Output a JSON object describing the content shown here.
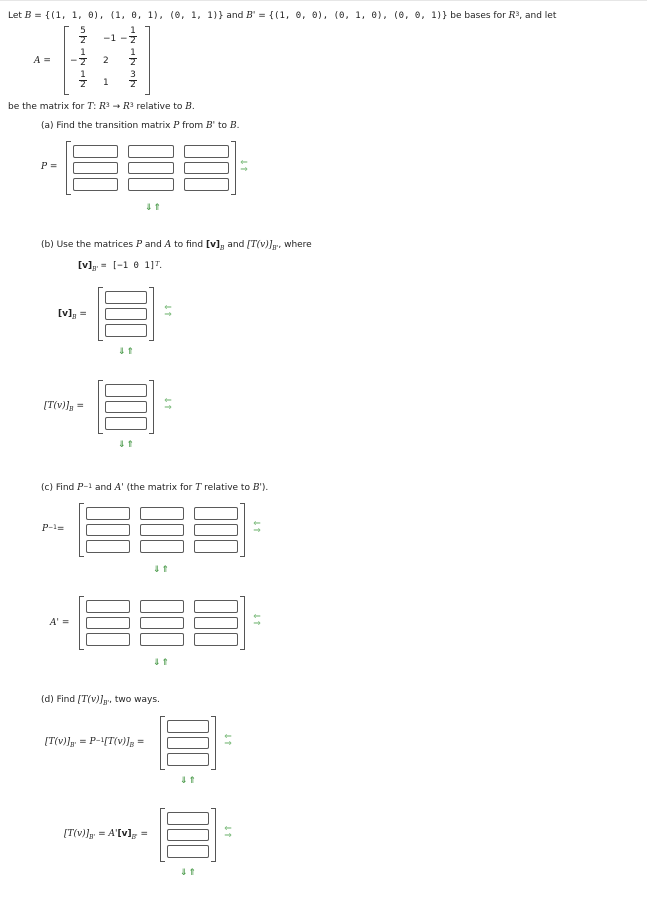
{
  "intro": {
    "let": "Let",
    "B_sym": "B",
    "eq": "=",
    "B_set": "{(1, 1, 0), (1, 0, 1), (0, 1, 1)}",
    "and": "and",
    "Bp_sym": "B'",
    "Bp_set": "{(1, 0, 0), (0, 1, 0), (0, 0, 1)}",
    "be_bases": "be bases for",
    "R": "R",
    "three": "3",
    "and_let": ", and let"
  },
  "matrix_A": {
    "label": "A =",
    "rows": [
      [
        {
          "sign": "",
          "num": "5",
          "den": "2"
        },
        {
          "text": "−1"
        },
        {
          "sign": "−",
          "num": "1",
          "den": "2"
        }
      ],
      [
        {
          "sign": "−",
          "num": "1",
          "den": "2"
        },
        {
          "text": "2"
        },
        {
          "sign": "",
          "num": "1",
          "den": "2"
        }
      ],
      [
        {
          "sign": "",
          "num": "1",
          "den": "2"
        },
        {
          "text": "1"
        },
        {
          "sign": "",
          "num": "3",
          "den": "2"
        }
      ]
    ]
  },
  "be_the_matrix": {
    "pre": "be the matrix for",
    "T": "T",
    "colon": ":",
    "R": "R",
    "three": "3",
    "arrow": "→",
    "post": "relative to",
    "B": "B",
    "dot": "."
  },
  "part_a": {
    "pre": "(a) Find the transition matrix",
    "P": "P",
    "mid": "from",
    "Bp": "B'",
    "to": "to",
    "B": "B",
    "dot": ".",
    "label": "P =",
    "rows": 3,
    "cols": 3
  },
  "part_b": {
    "pre": "(b) Use the matrices",
    "P": "P",
    "and": "and",
    "A": "A",
    "mid": "to find",
    "v_bracket": "[v]",
    "sub_B": "B",
    "and2": "and",
    "Tv_bracket": "[T(v)]",
    "sub_Bp": "B'",
    "where": ", where",
    "given_lhs": "[v]",
    "given_sub": "B'",
    "given_eq": "= [−1  0  1]",
    "given_sup": "T",
    "given_dot": ".",
    "v_label": "[v]",
    "v_label_sub": "B",
    "eq": "=",
    "Tv_label": "[T(v)]",
    "Tv_label_sub": "B",
    "rows": 3,
    "cols": 1
  },
  "part_c": {
    "pre": "(c) Find",
    "P": "P",
    "inv": "−1",
    "and": "and",
    "Ap": "A'",
    "post": "(the matrix for",
    "T": "T",
    "relative": "relative to",
    "Bp": "B'",
    "close": ").",
    "Pinv_label": "P",
    "Pinv_sup": "−1",
    "eq": "=",
    "Ap_label": "A' =",
    "rows": 3,
    "cols": 3
  },
  "part_d": {
    "pre": "(d) Find",
    "Tv": "[T(v)]",
    "sub": "B'",
    "post": "two ways.",
    "eq1_lhs": "[T(v)]",
    "eq1_lhs_sub": "B'",
    "eq1_mid": "=",
    "eq1_P": "P",
    "eq1_sup": "−1",
    "eq1_rhs": "[T(v)]",
    "eq1_rhs_sub": "B",
    "eq1_end": "=",
    "eq2_lhs": "[T(v)]",
    "eq2_lhs_sub": "B'",
    "eq2_mid": "=",
    "eq2_A": "A'",
    "eq2_rhs": "[v]",
    "eq2_rhs_sub": "B'",
    "eq2_end": "=",
    "rows": 3,
    "cols": 1
  },
  "controls": {
    "swap_icon": "swap-arrows-icon",
    "updown_icon": "up-down-arrows-icon",
    "swap_glyph_top": "⇐",
    "swap_glyph_bottom": "⇒",
    "updown_glyph": "⇓⇑",
    "accent": "#4f9d4f"
  }
}
